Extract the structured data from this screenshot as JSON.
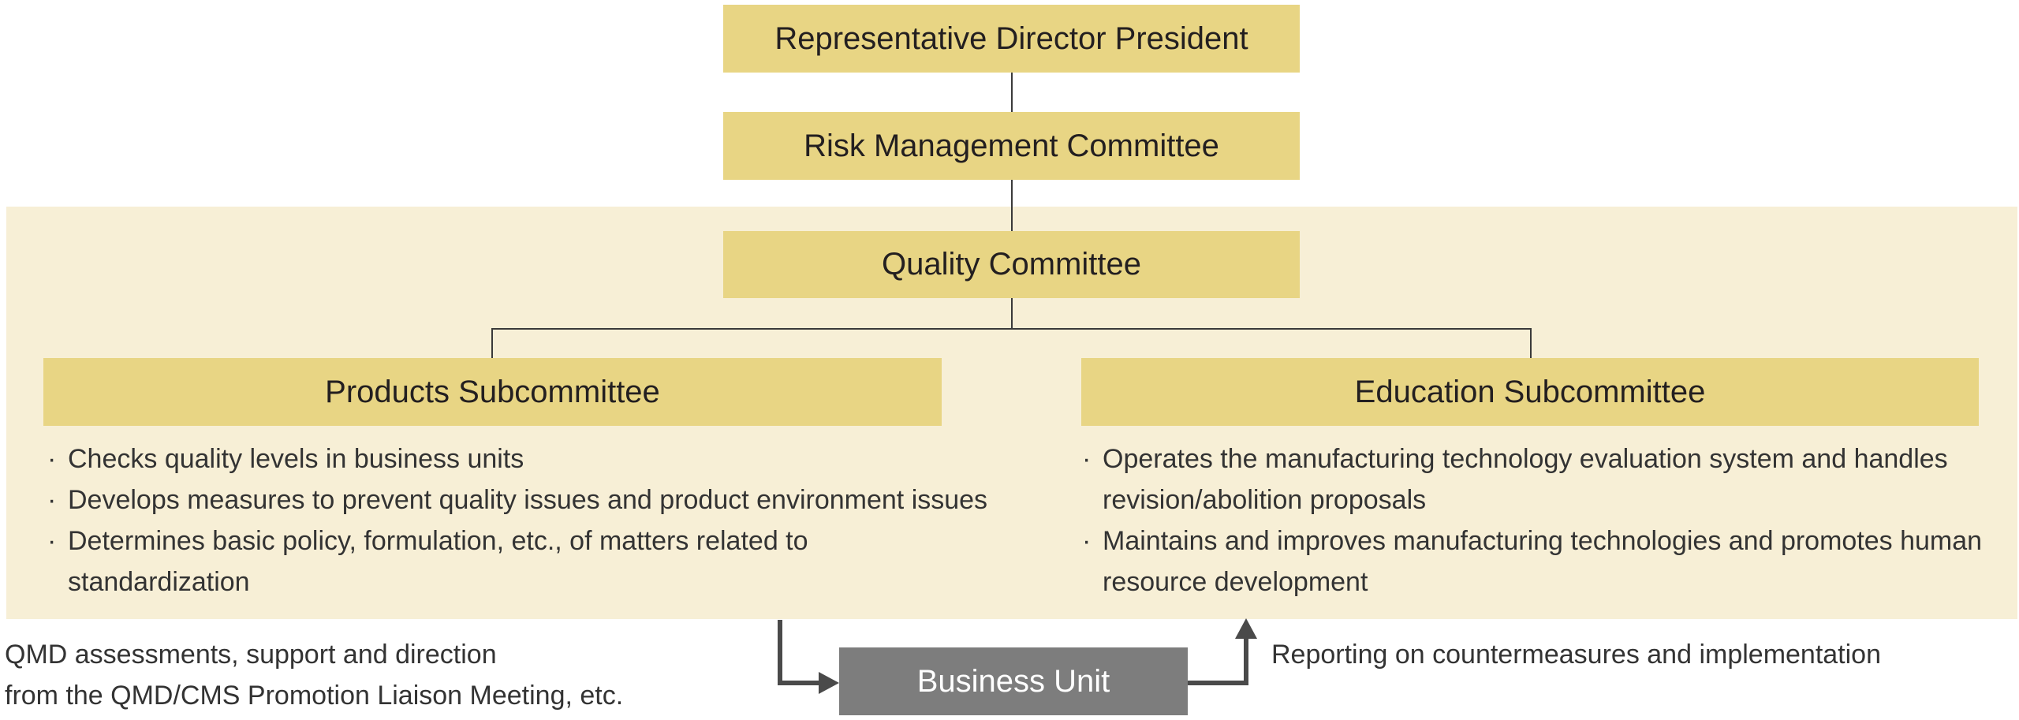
{
  "org": {
    "top": "Representative Director President",
    "risk": "Risk Management Committee",
    "quality": "Quality Committee",
    "products": {
      "title": "Products Subcommittee",
      "items": [
        "Checks quality levels in business units",
        "Develops measures to prevent quality issues and product environment issues",
        "Determines basic policy, formulation, etc., of matters related to standardization"
      ]
    },
    "education": {
      "title": "Education Subcommittee",
      "items": [
        "Operates the manufacturing technology evaluation system and handles revision/abolition proposals",
        "Maintains and improves manufacturing technologies and promotes human resource development"
      ]
    },
    "business_unit": "Business Unit",
    "left_note": [
      "QMD assessments, support and direction",
      "from the QMD/CMS Promotion Liaison Meeting, etc."
    ],
    "right_note": "Reporting on countermeasures and implementation"
  },
  "colors": {
    "box": "#e8d584",
    "panel": "#f7efd6",
    "business_unit": "#7d7d7d",
    "line": "#3a3a3a"
  }
}
